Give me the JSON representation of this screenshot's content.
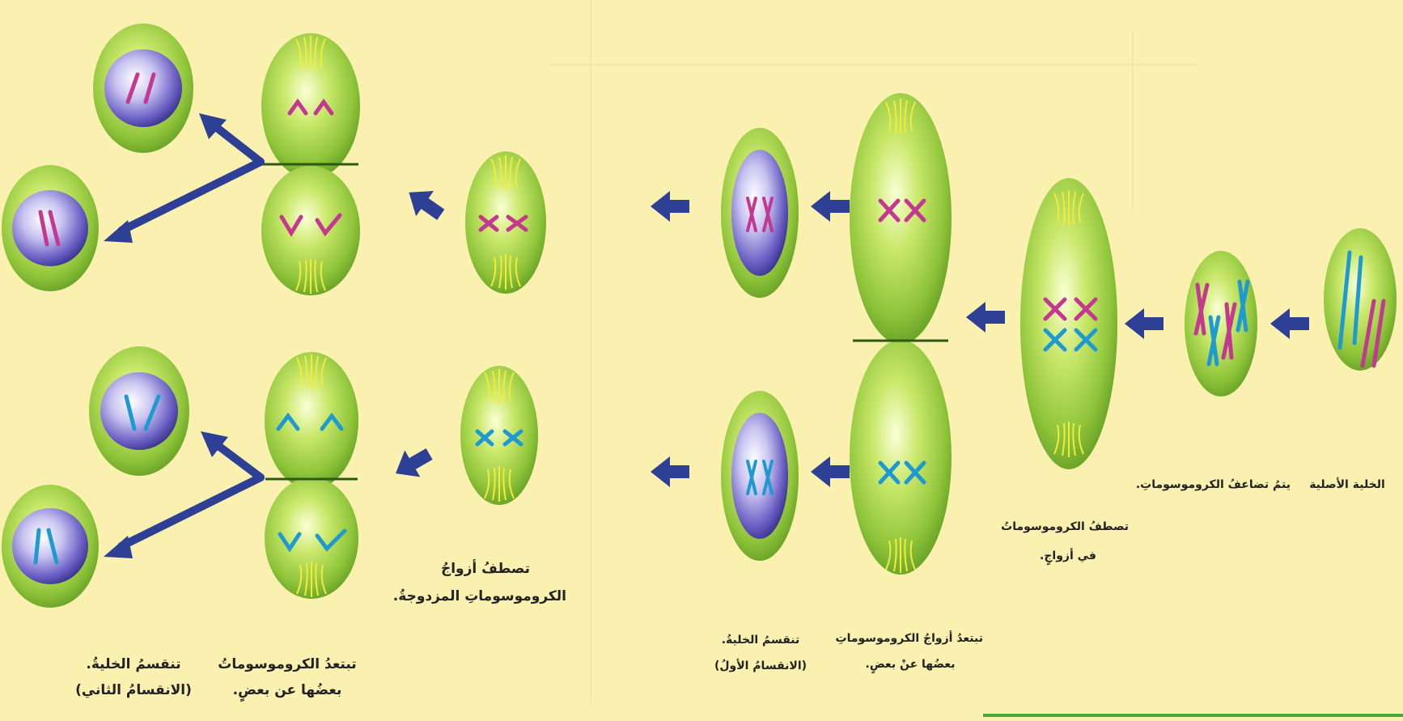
{
  "colors": {
    "background": "#faf1b0",
    "cell_green": "#8fc43a",
    "nucleus_purple": "#6a5fc4",
    "chromosome_pink": "#c2398f",
    "chromosome_blue": "#1f9ad1",
    "arrow_blue": "#2e3f96",
    "spindle_yellow": "#f3ea3a"
  },
  "labels": {
    "original_cell": "الخلية الأصلية",
    "duplicate": "يتمُ تضاعفُ الكروموسوماتِ.",
    "align_pairs_1": "تصطفُ الكروموسوماتُ",
    "align_pairs_2": "في أزواجٍ.",
    "separate_pairs_1": "تبتعدُ أزواجُ الكروموسوماتِ",
    "separate_pairs_2": "بعضُها عنْ بعضٍ.",
    "divide_first_1": "تنقسمُ الخليةُ.",
    "divide_first_2": "(الانقسامُ الأولُ)",
    "align_doubled_1": "تصطفُ أزواجُ",
    "align_doubled_2": "الكروموسوماتِ المزدوجةُ.",
    "separate_chrom_1": "تبتعدُ الكروموسوماتُ",
    "separate_chrom_2": "بعضُها عن بعضٍ.",
    "divide_second_1": "تنقسمُ الخليةُ.",
    "divide_second_2": "(الانقسامُ الثاني)"
  }
}
